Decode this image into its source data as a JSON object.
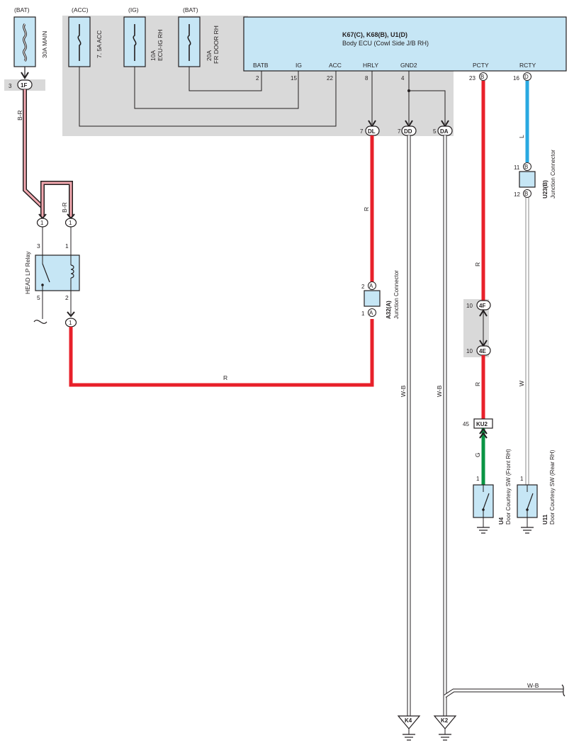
{
  "fuses": [
    {
      "id": "main",
      "source": "(BAT)",
      "label": "30A MAIN"
    },
    {
      "id": "acc",
      "source": "(ACC)",
      "label": "7. 5A ACC"
    },
    {
      "id": "ecu-ig",
      "source": "(IG)",
      "label_a": "10A",
      "label_b": "ECU-IG RH"
    },
    {
      "id": "door",
      "source": "(BAT)",
      "label_a": "20A",
      "label_b": "FR DOOR RH"
    }
  ],
  "ecu": {
    "title": "K67(C), K68(B), U1(D)",
    "subtitle": "Body ECU (Cowl Side J/B RH)",
    "terminals": [
      {
        "name": "BATB",
        "pin": "2"
      },
      {
        "name": "IG",
        "pin": "15"
      },
      {
        "name": "ACC",
        "pin": "22"
      },
      {
        "name": "HRLY",
        "pin": "8"
      },
      {
        "name": "GND2",
        "pin": "4"
      },
      {
        "name": "PCTY",
        "pin": "23",
        "conn": "B"
      },
      {
        "name": "RCTY",
        "pin": "16",
        "conn": "D"
      }
    ]
  },
  "connectors": {
    "c1f": {
      "pin": "3",
      "code": "1F"
    },
    "dl": {
      "pin": "7",
      "code": "DL"
    },
    "dd": {
      "pin": "7",
      "code": "DD"
    },
    "da": {
      "pin": "5",
      "code": "DA"
    },
    "f4": {
      "pin": "10",
      "code": "4F"
    },
    "e4": {
      "pin": "10",
      "code": "4E"
    },
    "ku2": {
      "pin": "45",
      "code": "KU2"
    },
    "relay_in1": "1",
    "relay_in2": "1",
    "relay_out": "1",
    "a32_top": {
      "pin": "2",
      "code": "A"
    },
    "a32_bot": {
      "pin": "1",
      "code": "A"
    },
    "u23_top": {
      "pin": "11",
      "code": "B"
    },
    "u23_bot": {
      "pin": "12",
      "code": "B"
    }
  },
  "wire_colors": {
    "b_r_1": "B-R",
    "b_r_2": "B-R",
    "r_hrly": "R",
    "r_bottom": "R",
    "r_pcty_1": "R",
    "r_pcty_2": "R",
    "l_rcty": "L",
    "w_rcty": "W",
    "g_front": "G",
    "w_b_1": "W-B",
    "w_b_2": "W-B",
    "w_b_3": "W-B"
  },
  "relay": {
    "label": "HEAD LP Relay",
    "pin3": "3",
    "pin1": "1",
    "pin5": "5",
    "pin2": "2"
  },
  "junctions": {
    "a32": {
      "id": "A32(A)",
      "label": "Junction Connector"
    },
    "u23": {
      "id": "U23(B)",
      "label": "Junction Connector"
    }
  },
  "switches": {
    "u4": {
      "id": "U4",
      "label": "Door Courtesy SW (Front RH)",
      "pin": "1"
    },
    "u11": {
      "id": "U11",
      "label": "Door Courtesy SW (Rear RH)",
      "pin": "1"
    }
  },
  "grounds": {
    "k4": "K4",
    "k2": "K2"
  },
  "colors": {
    "red": "#e8202a",
    "blue": "#29a9e1",
    "green": "#0a9444",
    "panel": "#d9d9d9",
    "box": "#c6e6f5",
    "wire_dark": "#231f20"
  }
}
